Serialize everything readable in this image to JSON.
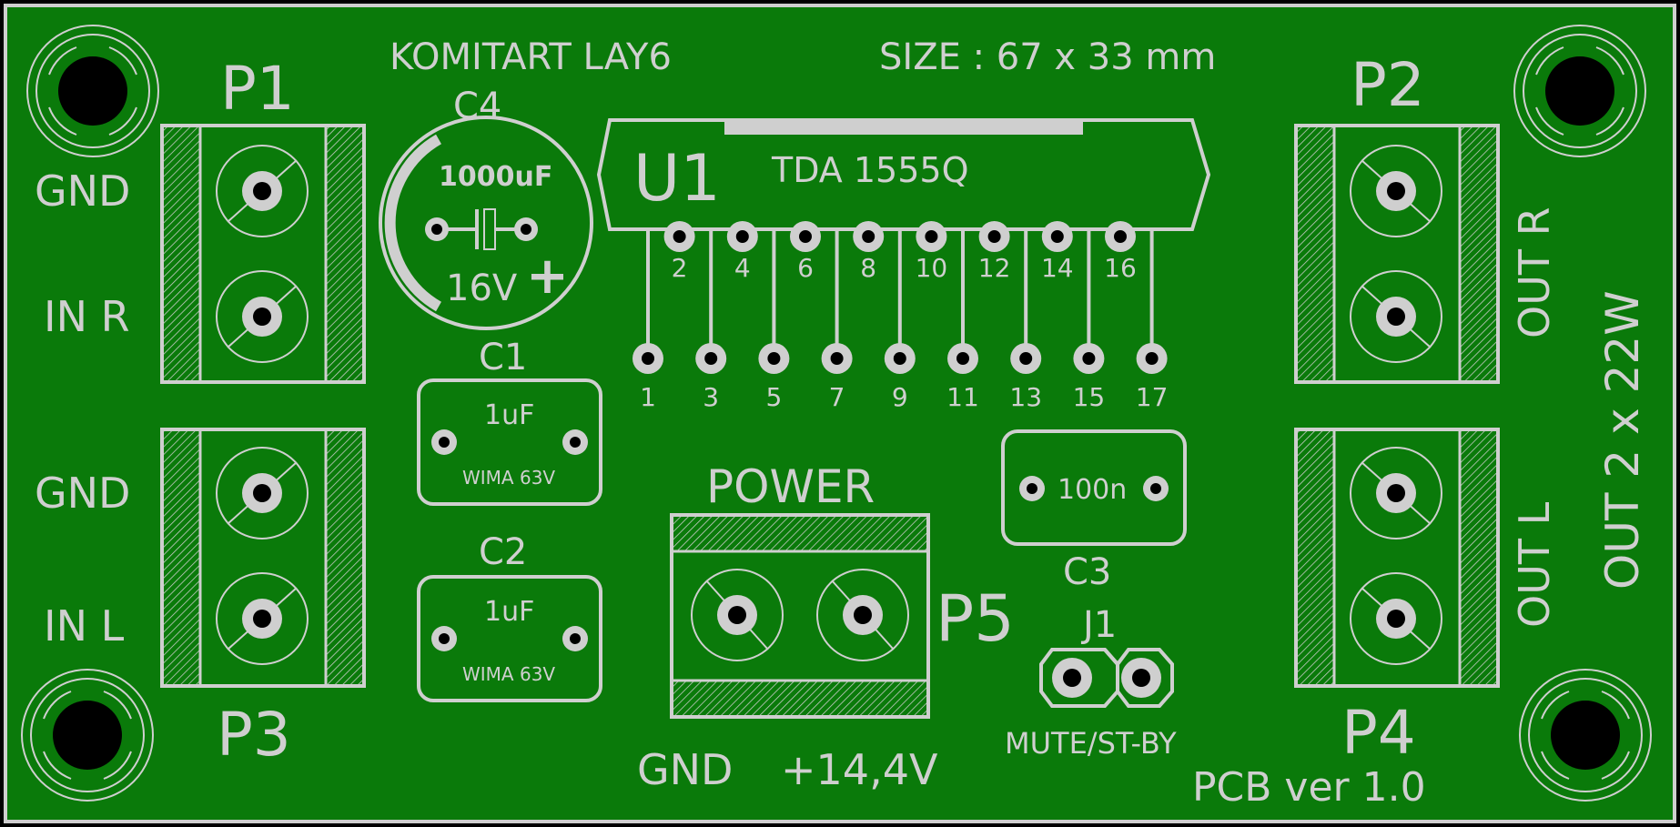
{
  "colors": {
    "board": "#0a7a0a",
    "silkscreen": "#cfcfcf",
    "copper_hole": "#000000"
  },
  "header": {
    "title": "KOMITART LAY6",
    "size": "SIZE : 67 x 33 mm"
  },
  "connectors": {
    "p1": {
      "ref": "P1",
      "labels": [
        "GND",
        "IN R"
      ]
    },
    "p3": {
      "ref": "P3",
      "labels": [
        "GND",
        "IN L"
      ]
    },
    "p2": {
      "ref": "P2",
      "label": "OUT R"
    },
    "p4": {
      "ref": "P4",
      "label": "OUT L"
    },
    "p5": {
      "ref": "P5",
      "title": "POWER",
      "pins": [
        "GND",
        "+14,4V"
      ]
    }
  },
  "output_label": "OUT 2 x 22W",
  "c4": {
    "ref": "C4",
    "value": "1000uF",
    "voltage": "16V",
    "plus": "+"
  },
  "u1": {
    "ref": "U1",
    "part": "TDA 1555Q",
    "top_pins": [
      "2",
      "4",
      "6",
      "8",
      "10",
      "12",
      "14",
      "16"
    ],
    "bottom_pins": [
      "1",
      "3",
      "5",
      "7",
      "9",
      "11",
      "13",
      "15",
      "17"
    ]
  },
  "c1": {
    "ref": "C1",
    "value": "1uF",
    "type": "WIMA 63V"
  },
  "c2": {
    "ref": "C2",
    "value": "1uF",
    "type": "WIMA 63V"
  },
  "c3": {
    "ref": "C3",
    "value": "100n"
  },
  "j1": {
    "ref": "J1",
    "label": "MUTE/ST-BY"
  },
  "footer": {
    "version": "PCB ver 1.0"
  }
}
